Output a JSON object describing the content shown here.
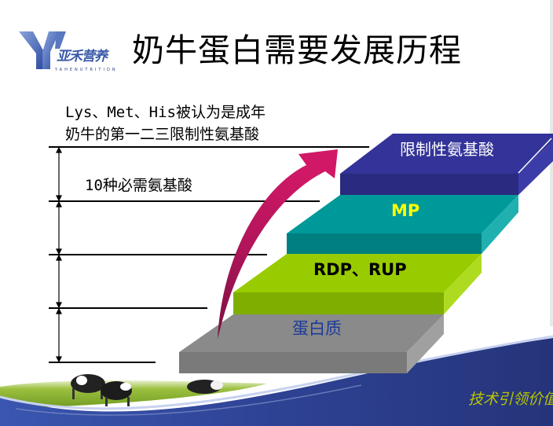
{
  "header": {
    "logo_text": "亚禾营养",
    "logo_subtext": "YAHENUTRITION",
    "title": "奶牛蛋白需要发展历程"
  },
  "notes": {
    "line1": "Lys、Met、His被认为是成年",
    "line2": "奶牛的第一二三限制性氨基酸",
    "essential": "10种必需氨基酸"
  },
  "steps": [
    {
      "label": "蛋白质",
      "color": "#808080",
      "text_color": "#1a3a9a"
    },
    {
      "label": "RDP、RUP",
      "color": "#99cc00",
      "text_color": "#000000"
    },
    {
      "label": "MP",
      "color": "#009999",
      "text_color": "#ffff00"
    },
    {
      "label": "限制性氨基酸",
      "color": "#333399",
      "text_color": "#ffffff"
    }
  ],
  "footer": {
    "slogan": "技术引领价值"
  },
  "colors": {
    "arrow": "#cc1166",
    "banner": "#2b3a8a"
  }
}
